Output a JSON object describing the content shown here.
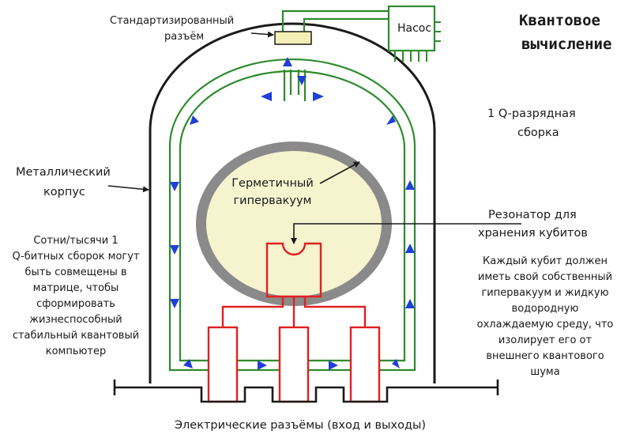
{
  "title": {
    "line1": "Квантовое",
    "line2": "вычисление"
  },
  "labels": {
    "connector": {
      "line1": "Стандартизированный",
      "line2": "разъём"
    },
    "pump": "Насос",
    "assembly": {
      "line1": "1 Q-разрядная",
      "line2": "сборка"
    },
    "metal_case": {
      "line1": "Металлический",
      "line2": "корпус"
    },
    "vacuum": {
      "line1": "Герметичный",
      "line2": "гипервакуум"
    },
    "resonator": {
      "line1": "Резонатор для",
      "line2": "хранения кубитов"
    },
    "left_note": [
      "Сотни/тысячи 1",
      "Q-битных сборок могут",
      "быть совмещены в",
      "матрице, чтобы",
      "сформировать",
      "жизнеспособный",
      "стабильный квантовый",
      "компьютер"
    ],
    "right_note": [
      "Каждый кубит должен",
      "иметь свой собственный",
      "гипервакуум и жидкую",
      "водородную",
      "охлаждаемую среду, что",
      "изолирует его от",
      "внешнего квантового",
      "шума"
    ],
    "bottom": "Электрические разъёмы (вход и выходы)"
  },
  "colors": {
    "case": "#1a1a1a",
    "coolant_pipe": "#2e8b2e",
    "flow_arrow": "#1f3fd6",
    "vacuum_fill": "#f6f3cf",
    "vacuum_ring": "#8a8a8a",
    "circuit": "#e02020",
    "connector_fill": "#f4efb4"
  }
}
